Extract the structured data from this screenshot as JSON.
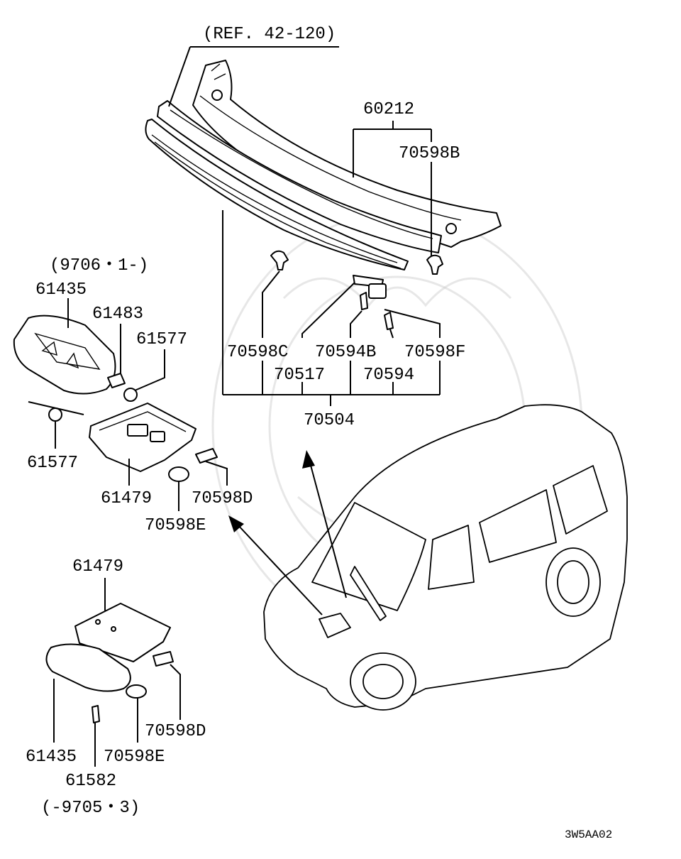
{
  "reference": "(REF. 42-120)",
  "variants": {
    "upper": "(9706・1-)",
    "lower": "(-9705・3)"
  },
  "part_numbers": {
    "cowl_top_assy": "60212",
    "cowl_clip_upper_right": "70598B",
    "clip_c": "70598C",
    "bracket": "70517",
    "screw_b": "70594B",
    "screw": "70594",
    "clip_f": "70598F",
    "cowl_assy": "70504",
    "garnish_upper": "61435",
    "nozzle_upper": "61483",
    "nut_upper_right": "61577",
    "nut_upper_left": "61577",
    "lamp_upper": "61479",
    "pad_d_upper": "70598D",
    "grommet_e_upper": "70598E",
    "lamp_lower": "61479",
    "garnish_lower": "61435",
    "screw_lower": "61582",
    "grommet_e_lower": "70598E",
    "pad_d_lower": "70598D"
  },
  "diagram_code": "3W5AA02"
}
